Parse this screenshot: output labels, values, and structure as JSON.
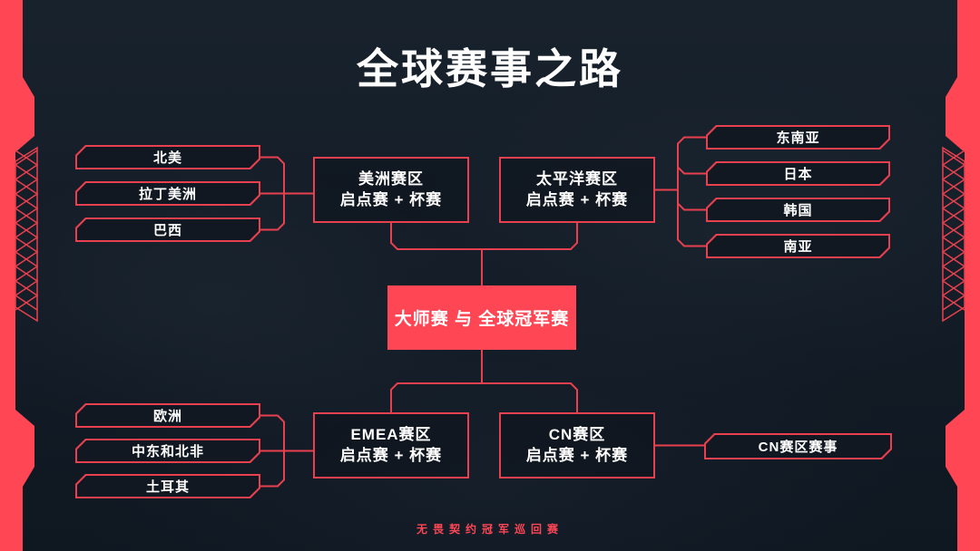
{
  "page": {
    "title": "全球赛事之路",
    "footer": "无畏契约冠军巡回赛"
  },
  "colors": {
    "accent": "#ff4655",
    "line": "#e8404e",
    "background": "#141d27",
    "text": "#ffffff"
  },
  "hubs": {
    "americas": {
      "line1": "美洲赛区",
      "line2": "启点赛 + 杯赛"
    },
    "pacific": {
      "line1": "太平洋赛区",
      "line2": "启点赛 + 杯赛"
    },
    "emea": {
      "line1": "EMEA赛区",
      "line2": "启点赛 + 杯赛"
    },
    "cn": {
      "line1": "CN赛区",
      "line2": "启点赛 + 杯赛"
    },
    "masters": {
      "label": "大师赛 与 全球冠军赛"
    }
  },
  "regions": {
    "americas": [
      "北美",
      "拉丁美洲",
      "巴西"
    ],
    "pacific": [
      "东南亚",
      "日本",
      "韩国",
      "南亚"
    ],
    "emea": [
      "欧洲",
      "中东和北非",
      "土耳其"
    ],
    "cn": [
      "CN赛区赛事"
    ]
  }
}
